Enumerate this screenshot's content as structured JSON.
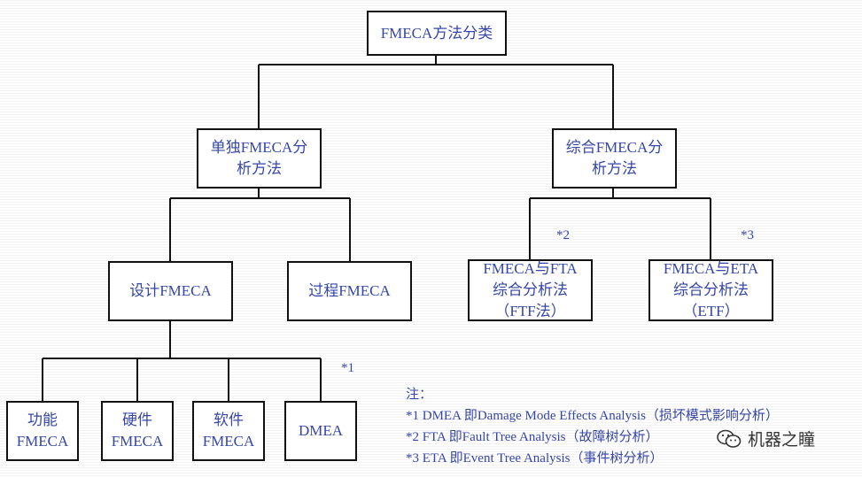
{
  "nodes": {
    "root": [
      "FMECA方法分类"
    ],
    "single": [
      "单独FMECA分",
      "析方法"
    ],
    "combined": [
      "综合FMECA分",
      "析方法"
    ],
    "design": [
      "设计FMECA"
    ],
    "process": [
      "过程FMECA"
    ],
    "fmeca_fta": [
      "FMECA与FTA",
      "综合分析法",
      "（FTF法）"
    ],
    "fmeca_eta": [
      "FMECA与ETA",
      "综合分析法",
      "（ETF）"
    ],
    "functional": [
      "功能",
      "FMECA"
    ],
    "hardware": [
      "硬件",
      "FMECA"
    ],
    "software": [
      "软件",
      "FMECA"
    ],
    "dmea": [
      "DMEA"
    ]
  },
  "marks": {
    "m1": "*1",
    "m2": "*2",
    "m3": "*3"
  },
  "notes": {
    "title": "注：",
    "items": [
      "*1 DMEA 即Damage Mode Effects Analysis（损坏模式影响分析）",
      "*2 FTA 即Fault Tree Analysis（故障树分析）",
      "*3 ETA 即Event Tree Analysis（事件树分析）"
    ]
  },
  "watermark": {
    "icon": "wechat-icon",
    "text": "机器之瞳"
  },
  "colors": {
    "text": "#3646a8",
    "lines": "#111111",
    "box_border": "#111111"
  }
}
